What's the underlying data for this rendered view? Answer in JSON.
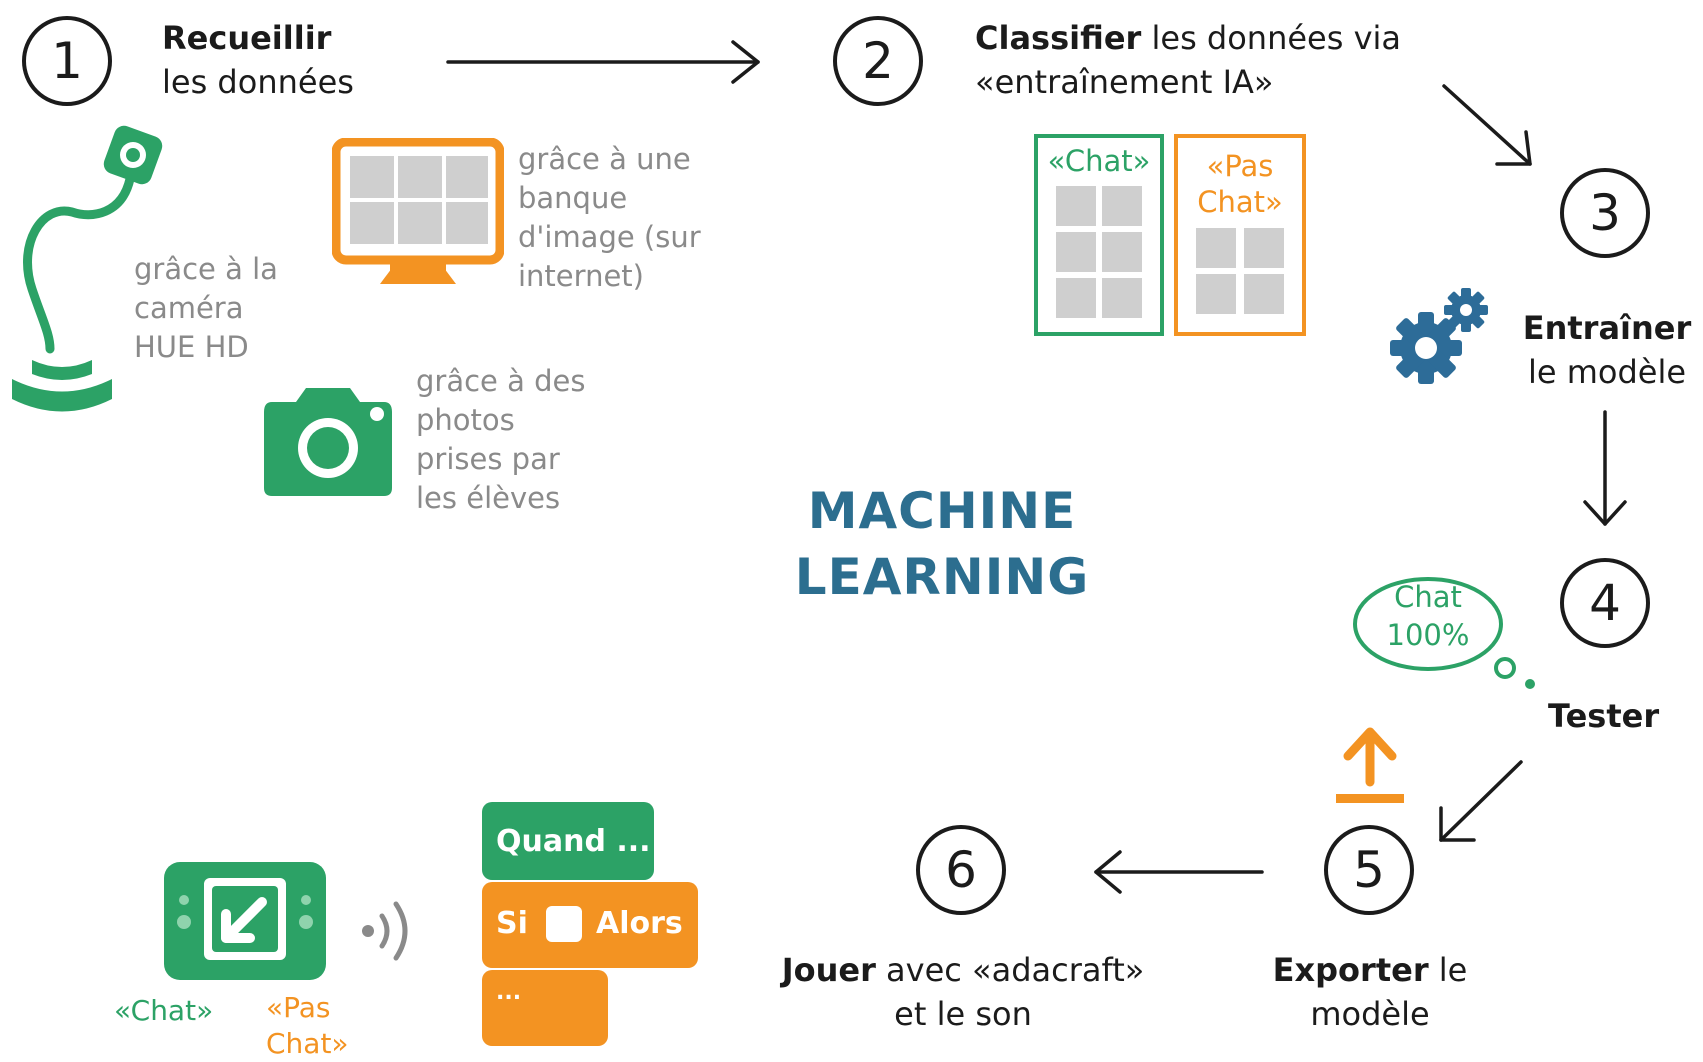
{
  "title": {
    "line1": "MACHINE",
    "line2": "LEARNING"
  },
  "steps": [
    {
      "number": "1",
      "bold": "Recueillir",
      "rest": "les données"
    },
    {
      "number": "2",
      "bold": "Classifier",
      "rest": "les données via",
      "line2": "«entraînement IA»"
    },
    {
      "number": "3",
      "bold": "Entraîner",
      "rest": "le modèle"
    },
    {
      "number": "4",
      "bold": "Tester",
      "rest": ""
    },
    {
      "number": "5",
      "bold": "Exporter",
      "rest": "le",
      "line2": "modèle"
    },
    {
      "number": "6",
      "bold": "Jouer",
      "rest": "avec «adacraft»",
      "line2": "et le son"
    }
  ],
  "sources": {
    "camera_hue": [
      "grâce à la",
      "caméra",
      "HUE HD"
    ],
    "image_bank": [
      "grâce à une",
      "banque",
      "d'image (sur",
      "internet)"
    ],
    "photos": [
      "grâce à des",
      "photos",
      "prises par",
      "les élèves"
    ]
  },
  "classes": {
    "chat": "«Chat»",
    "pas_chat_1": "«Pas",
    "pas_chat_2": "Chat»"
  },
  "test_bubble": {
    "line1": "Chat",
    "line2": "100%"
  },
  "blocks": {
    "when": "Quand ...",
    "if": "Si",
    "then": "Alors",
    "dots": "..."
  },
  "device_labels": {
    "chat": "«Chat»",
    "pas_chat_1": "«Pas",
    "pas_chat_2": "Chat»"
  },
  "colors": {
    "green": "#2ca266",
    "orange": "#f39322",
    "blue": "#2c6e8f",
    "gear": "#2d6c98",
    "gray": "#8a8a8a"
  },
  "icons": [
    "camera-hue-icon",
    "monitor-icon",
    "photo-camera-icon",
    "gears-icon",
    "upload-icon",
    "handheld-device-icon",
    "sound-waves-icon"
  ]
}
